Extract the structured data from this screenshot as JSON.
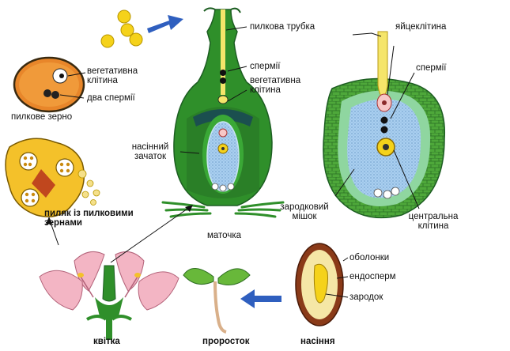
{
  "labels": {
    "pollen_tube": "пилкова трубка",
    "egg_cell": "яйцеклітина",
    "sperms_top": "спермії",
    "sperms_right": "спермії",
    "vegetative_cell_pistil": "вегетативна клітина",
    "vegetative_cell_grain": "вегетативна клітина",
    "two_sperms": "два спермії",
    "pollen_grain": "пилкове зерно",
    "ovule": "насінний зачаток",
    "embryo_sac": "зародковий мішок",
    "central_cell": "центральна клітина",
    "anther": "пиляк із пилковими зернами",
    "pistil": "маточка",
    "coats": "оболонки",
    "endosperm": "ендосперм",
    "embryo": "зародок",
    "flower": "квітка",
    "seedling": "проросток",
    "seed": "насіння"
  },
  "colors": {
    "arrow_blue": "#2f5fbf",
    "pistil_green": "#2f8f2a",
    "dark_green": "#1d5e22",
    "pollen_yellow": "#f5d21a",
    "sac_blue": "#9fc8ec",
    "pollen_orange": "#e8862a",
    "petal_pink": "#f3b5c4"
  }
}
